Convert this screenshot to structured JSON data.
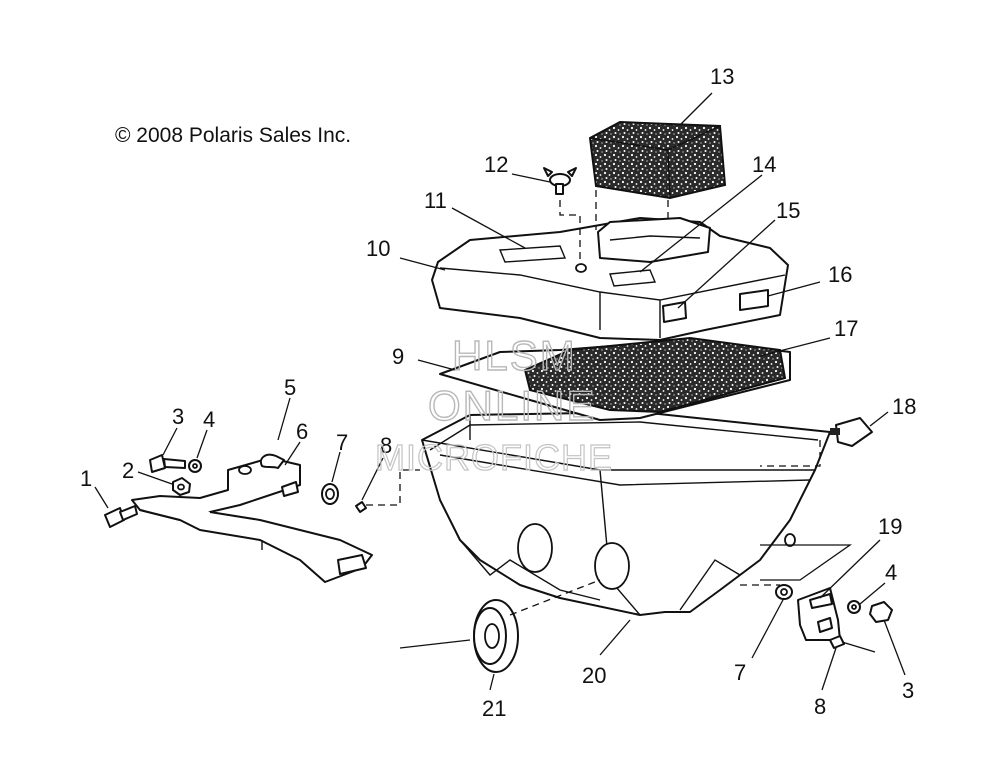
{
  "copyright": "© 2008 Polaris Sales Inc.",
  "watermark": {
    "line1": "HLSM",
    "line2": "ONLINE",
    "line3": "MICROFICHE"
  },
  "callouts": [
    "1",
    "2",
    "3",
    "4",
    "5",
    "6",
    "7",
    "8",
    "9",
    "10",
    "11",
    "12",
    "13",
    "14",
    "15",
    "16",
    "17",
    "18",
    "19",
    "20",
    "21",
    "4",
    "7",
    "8",
    "3"
  ]
}
